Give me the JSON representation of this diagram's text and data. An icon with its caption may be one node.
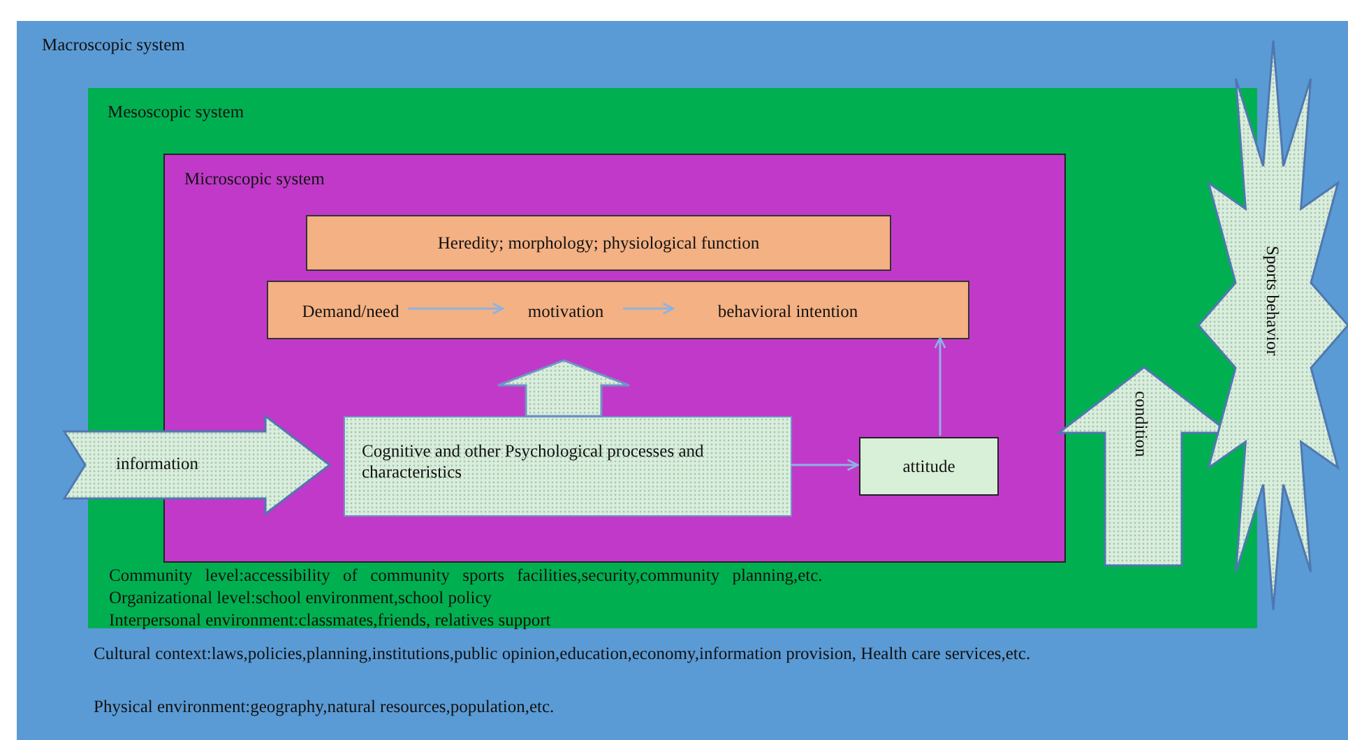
{
  "diagram": {
    "nodes": [
      {
        "text": [
          "Macroscopic system",
          "Cultural context:laws,policies,planning,institutions,public opinion,education,economy,information provision, Health care services,etc.",
          "Physical environment:geography,natural resources,population,etc."
        ]
      },
      {
        "text": [
          "Mesoscopic system",
          "Community level:accessibility of community sports facilities,security,community planning,etc.",
          "Organizational level:school environment,school policy",
          "Interpersonal environment:classmates,friends, relatives support"
        ],
        "in": 0
      },
      {
        "text": [
          "Microscopic system"
        ],
        "in": 1
      },
      {
        "text": [
          "Heredity; morphology; physiological function"
        ],
        "in": 2
      },
      {
        "text": [],
        "shape": "box",
        "in": 2
      },
      {
        "text": [
          "Demand/need"
        ],
        "in": 4
      },
      {
        "text": [
          "motivation"
        ],
        "in": 4
      },
      {
        "text": [
          "behavioral intention"
        ],
        "in": 4
      },
      {
        "text": [
          "information"
        ],
        "in": 0
      },
      {
        "text": [
          "Cognitive and other Psychological processes and characteristics"
        ],
        "in": 2
      },
      {
        "text": [
          "attitude"
        ],
        "in": 2
      },
      {
        "text": [
          "condition"
        ],
        "in": 1
      },
      {
        "text": [
          "Sports behavior"
        ],
        "in": 0
      }
    ],
    "edges": [
      {
        "from": 5,
        "to": 6,
        "arrow": "to"
      },
      {
        "from": 6,
        "to": 7,
        "arrow": "to"
      },
      {
        "from": 9,
        "to": 4,
        "arrow": "to",
        "style": "thick"
      },
      {
        "from": 9,
        "to": 10,
        "arrow": "to"
      },
      {
        "from": 10,
        "to": 4,
        "arrow": "to"
      }
    ]
  }
}
